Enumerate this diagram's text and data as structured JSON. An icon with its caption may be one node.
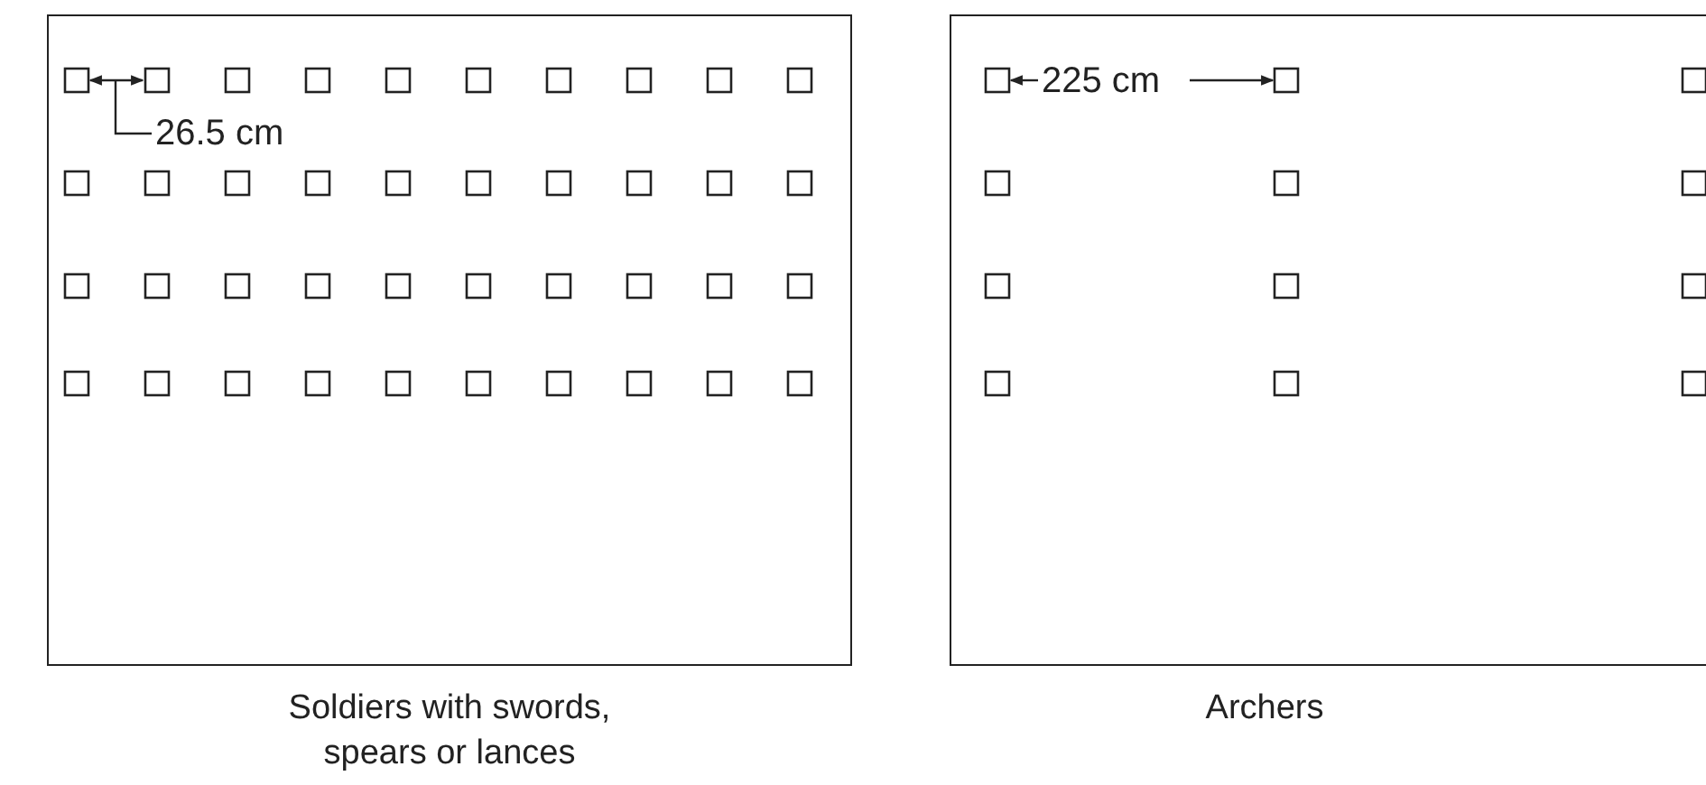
{
  "diagram": {
    "nodes": [
      {
        "text": [
          "Soldiers with swords, spears or lances"
        ]
      },
      {
        "text": [
          "Archers"
        ]
      }
    ],
    "edges": [],
    "labels": [
      "26.5 cm",
      "225 cm"
    ]
  }
}
